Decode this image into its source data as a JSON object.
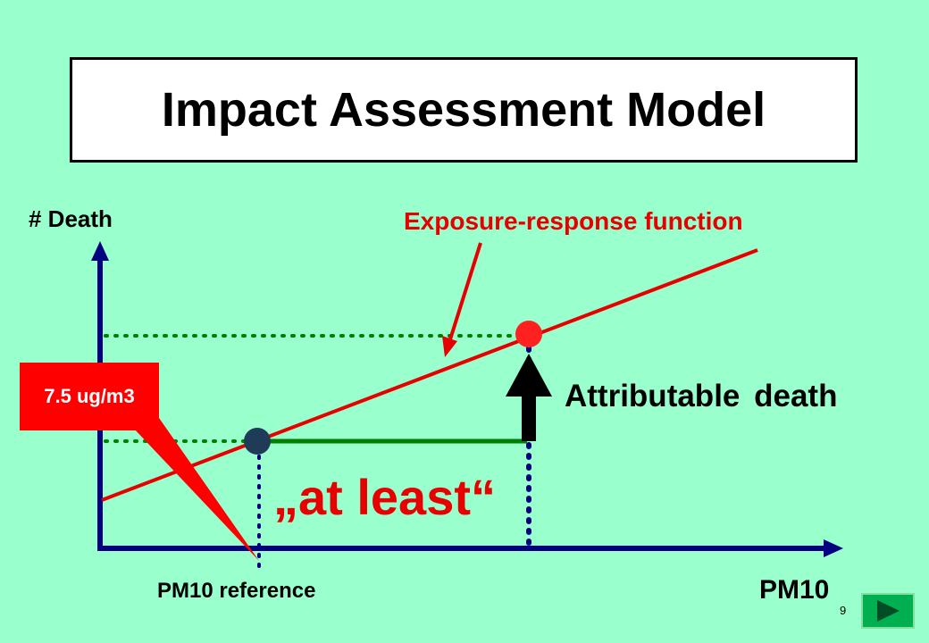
{
  "title": "Impact Assessment Model",
  "labels": {
    "y_axis": "# Death",
    "x_axis": "PM10",
    "exposure_response": "Exposure-response function",
    "attributable": "Attributable death",
    "at_least": "„at least“",
    "reference": "PM10 reference",
    "callout": "7.5 ug/m3"
  },
  "page_number": "9",
  "icons": {
    "next": "play-arrow-icon"
  },
  "colors": {
    "background": "#99ffcc",
    "axis": "#000080",
    "function_line": "#e60000",
    "guide_dots": "#008000",
    "vertical_dots": "#000080",
    "reference_point": "#1f3b57",
    "exposure_point": "#ff2020",
    "callout": "#ff0000"
  }
}
